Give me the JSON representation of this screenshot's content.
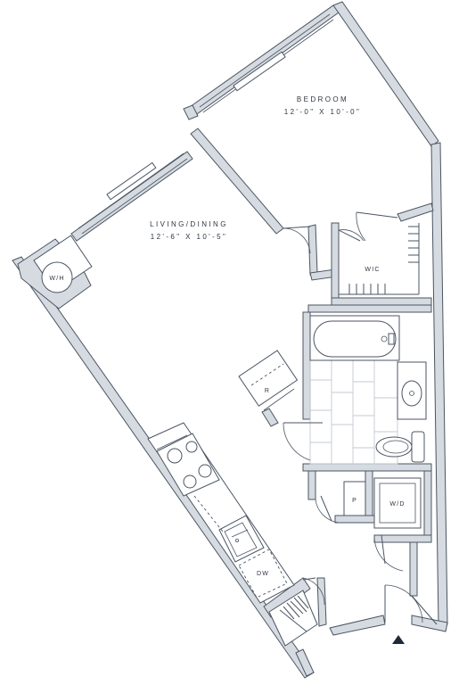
{
  "rooms": {
    "bedroom": {
      "name": "BEDROOM",
      "dimensions": "12'-0\" X 10'-0\""
    },
    "living_dining": {
      "name": "LIVING/DINING",
      "dimensions": "12'-6\" X 10'-5\""
    }
  },
  "fixtures": {
    "water_heater": "W/H",
    "closet": "WIC",
    "refrigerator": "R",
    "pantry": "P",
    "washer_dryer": "W/D",
    "dishwasher": "DW"
  },
  "colors": {
    "wall_fill": "#d6dbe1",
    "wall_stroke": "#4b5563",
    "label": "#2f3640",
    "north_marker": "#1f2937"
  },
  "icons": {
    "north_marker": "triangle-up"
  }
}
